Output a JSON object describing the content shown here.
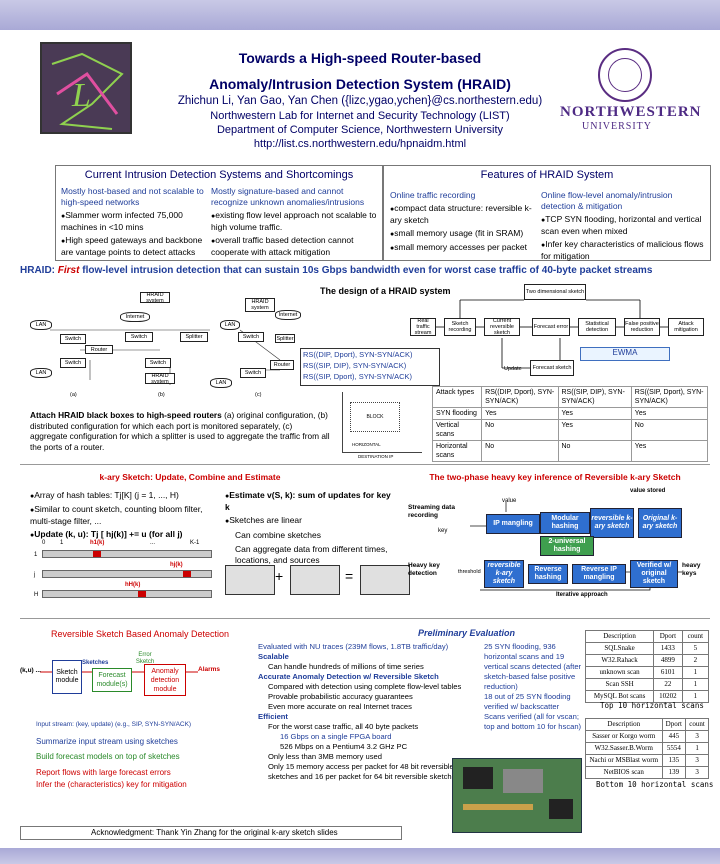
{
  "header": {
    "title_line1": "Towards a High-speed Router-based",
    "title_line2": "Anomaly/Intrusion Detection System (HRAID)",
    "authors": "Zhichun Li, Yan Gao, Yan Chen ({lizc,ygao,ychen}@cs.northestern.edu)",
    "lab": "Northwestern Lab for Internet and Security Technology (LIST)",
    "dept": "Department of Computer Science, Northwestern University",
    "url": "http://list.cs.northwestern.edu/hpnaidm.html",
    "university_line1": "NORTHWESTERN",
    "university_line2": "UNIVERSITY"
  },
  "current_systems": {
    "heading": "Current Intrusion Detection Systems and Shortcomings",
    "left_lead": "Mostly host-based and not scalable to high-speed networks",
    "left_items": [
      "Slammer worm infected 75,000 machines in <10 mins",
      "High speed gateways and backbone are vantage points to detect attacks"
    ],
    "right_lead": "Mostly signature-based and cannot recognize unknown anomalies/intrusions",
    "right_items": [
      "existing flow level approach not scalable to high volume traffic.",
      "overall traffic based detection cannot cooperate with attack mitigation"
    ]
  },
  "features": {
    "heading": "Features of HRAID System",
    "left_lead": "Online traffic recording",
    "left_items": [
      "compact data structure: reversible k-ary sketch",
      "small memory usage (fit in SRAM)",
      "small memory accesses per packet"
    ],
    "right_lead": "Online flow-level anomaly/intrusion detection & mitigation",
    "right_items": [
      "TCP SYN flooding, horizontal and vertical scan even when mixed",
      "Infer key characteristics of malicious flows for mitigation"
    ]
  },
  "banner": {
    "prefix": "HRAID:",
    "first": "First",
    "rest": "flow-level intrusion detection that can sustain 10s Gbps bandwidth even for worst case traffic of 40-byte packet streams"
  },
  "design": {
    "title": "The design of a HRAID system",
    "config_caption_bold": "Attach HRAID black boxes to high-speed routers",
    "config_caption_rest": "(a) original configuration, (b) distributed configuration for which each port is monitored separately, (c) aggregate configuration for which a splitter is used to aggregate the traffic from all the ports of a router.",
    "net_labels": [
      "HRAID system",
      "Internet",
      "LAN",
      "Switch",
      "Router",
      "Splitter",
      "(a)",
      "(b)",
      "(c)"
    ],
    "pipeline": [
      "Real traffic stream",
      "Sketch recording",
      "Current reversible sketch",
      "Forecast error",
      "Statistical detection",
      "False positive reduction",
      "Attack mitigation"
    ],
    "two_dim": "Two dimensional sketch",
    "forecast_sketch": "Forecast sketch",
    "update": "Update",
    "ewma": "EWMA",
    "keys": [
      "RS((DIP, Dport), SYN-SYN/ACK)",
      "RS((SIP, DIP), SYN-SYN/ACK)",
      "RS((SIP, Dport), SYN-SYN/ACK)"
    ],
    "sketch_axis_block": "BLOCK",
    "sketch_axis_h": "HORIZONTAL",
    "sketch_axis_d": "DESTINATION IP"
  },
  "attack_table": {
    "headers": [
      "Attack types",
      "RS((DIP, Dport), SYN-SYN/ACK)",
      "RS((SIP, DIP), SYN-SYN/ACK)",
      "RS((SIP, Dport), SYN-SYN/ACK)"
    ],
    "rows": [
      [
        "SYN flooding",
        "Yes",
        "Yes",
        "Yes"
      ],
      [
        "Vertical scans",
        "No",
        "Yes",
        "No"
      ],
      [
        "Horizontal scans",
        "No",
        "No",
        "Yes"
      ]
    ]
  },
  "kary": {
    "heading": "k-ary Sketch: Update, Combine and Estimate",
    "items": [
      "Array of hash tables: Tj[K] (j = 1, ..., H)",
      "Similar to count sketch, counting bloom filter, multi-stage filter, ...",
      "Update (k, u): Tj [ hj(k)] += u (for all j)"
    ],
    "estimate": "Estimate v(S, k): sum of updates for key k",
    "linear": "Sketches are linear",
    "combine": "Can combine sketches",
    "aggregate": "Can aggregate data from different times, locations, and sources",
    "grid_labels": [
      "0",
      "1",
      "h1(k)",
      "...",
      "K-1",
      "1",
      "j",
      "hj(k)",
      "H",
      "hH(k)"
    ]
  },
  "heavy": {
    "heading": "The two-phase heavy key inference of Reversible k-ary Sketch",
    "value_stored": "value stored",
    "value": "value",
    "stream_label": "Streaming data recording",
    "key": "key",
    "ip_mangling": "IP mangling",
    "modular": "Modular hashing",
    "reversible": "reversible k-ary sketch",
    "original": "Original k-ary sketch",
    "two_universal": "2-universal hashing",
    "heavy_key_detection": "Heavy key detection",
    "threshold": "threshold",
    "reverse_hashing": "Reverse hashing",
    "reverse_ip": "Reverse IP mangling",
    "verified": "Verified w/ original sketch",
    "heavy_keys": "heavy keys",
    "iterative": "Iterative approach"
  },
  "rsad": {
    "heading": "Reversible Sketch Based Anomaly Detection",
    "input": "(k,u) ...",
    "sketch_module": "Sketch module",
    "sketches": "Sketches",
    "forecast_module": "Forecast module(s)",
    "error_sketch": "Error Sketch",
    "anomaly_module": "Anomaly detection module",
    "alarms": "Alarms",
    "input_stream": "Input stream: (key, update) (e.g., SIP, SYN-SYN/ACK)",
    "summarize": "Summarize input stream using sketches",
    "build": "Build forecast models on top of sketches",
    "report": "Report flows with large forecast errors",
    "infer": "Infer the (characteristics) key for mitigation"
  },
  "prelim": {
    "heading": "Preliminary Evaluation",
    "intro": "Evaluated with NU traces (239M flows, 1.8TB traffic/day)",
    "scalable": "Scalable",
    "scalable_sub": "Can handle hundreds of millions of time series",
    "accurate": "Accurate Anomaly Detection w/ Reversible Sketch",
    "accurate_sub1": "Compared with detection using complete flow-level tables",
    "accurate_sub2": "Provable probabilistic accuracy guarantees",
    "accurate_sub3": "Even more accurate on real Internet traces",
    "efficient": "Efficient",
    "efficient_sub1": "For the worst case traffic, all 40 byte packets",
    "efficient_sub1a": "16 Gbps on a single FPGA board",
    "efficient_sub1b": "526 Mbps on a Pentium4 3.2 GHz PC",
    "efficient_sub2": "Only less than 3MB memory used",
    "efficient_sub3": "Only 15 memory access per packet for 48 bit reversible sketches and 16 per packet for 64 bit reversible sketches",
    "results": [
      "25 SYN flooding, 936 horizontal scans and 19 vertical scans detected (after sketch-based false positive reduction)",
      "18 out of 25 SYN flooding verified w/ backscatter",
      "Scans verified (all for vscan; top and bottom 10 for hscan)"
    ]
  },
  "top_table": {
    "caption": "Top 10 horizontal scans",
    "headers": [
      "Description",
      "Dport",
      "count"
    ],
    "rows": [
      [
        "SQLSnake",
        "1433",
        "5"
      ],
      [
        "W32.Rahack",
        "4899",
        "2"
      ],
      [
        "unknown scan",
        "6101",
        "1"
      ],
      [
        "Scan SSH",
        "22",
        "1"
      ],
      [
        "MySQL Bot scans",
        "10202",
        "1"
      ]
    ]
  },
  "bottom_table": {
    "caption": "Bottom 10 horizontal scans",
    "headers": [
      "Description",
      "Dport",
      "count"
    ],
    "rows": [
      [
        "Sasser or Korgo worm",
        "445",
        "3"
      ],
      [
        "W32.Sasser.B.Worm",
        "5554",
        "1"
      ],
      [
        "Nachi or MSBlast worm",
        "135",
        "3"
      ],
      [
        "NetBIOS scan",
        "139",
        "3"
      ]
    ]
  },
  "ack": "Acknowledgment: Thank Yin Zhang for the original k-ary sketch slides"
}
